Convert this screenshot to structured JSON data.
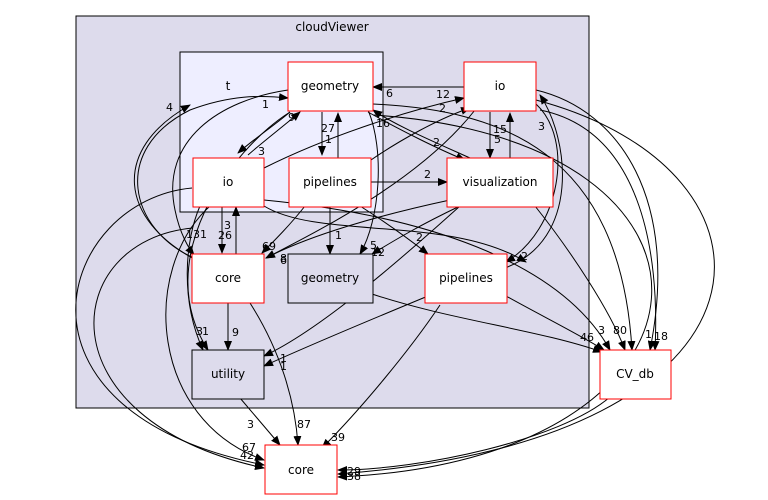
{
  "diagram": {
    "clusters": {
      "outer": {
        "label": "cloudViewer"
      },
      "inner": {
        "label": "t"
      }
    },
    "nodes": {
      "t_geometry": {
        "label": "geometry"
      },
      "t_io": {
        "label": "io"
      },
      "t_pipelines": {
        "label": "pipelines"
      },
      "core_inner": {
        "label": "core"
      },
      "geometry_inner": {
        "label": "geometry"
      },
      "utility": {
        "label": "utility"
      },
      "io": {
        "label": "io"
      },
      "visualization": {
        "label": "visualization"
      },
      "pipelines": {
        "label": "pipelines"
      },
      "cv_db": {
        "label": "CV_db"
      },
      "core_outer": {
        "label": "core"
      }
    },
    "edge_labels": {
      "l_4": "4",
      "l_1a": "1",
      "l_6": "6",
      "l_12a": "12",
      "l_2a": "2",
      "l_16": "16",
      "l_9a": "9",
      "l_27": "27",
      "l_1b": "1",
      "l_3a": "3",
      "l_2b": "2",
      "l_15": "15",
      "l_5a": "5",
      "l_3b": "3",
      "l_2c": "2",
      "l_131": "131",
      "l_3c": "3",
      "l_26": "26",
      "l_69": "69",
      "l_1c": "1",
      "l_5b": "5",
      "l_12b": "12",
      "l_2d": "2",
      "l_2e": "2",
      "l_8": "8",
      "l_6b": "6",
      "l_3d": "3",
      "l_1d": "1",
      "l_9b": "9",
      "l_1e": "1",
      "l_1f": "1",
      "l_46": "46",
      "l_3e": "3",
      "l_80": "80",
      "l_1g": "1",
      "l_18": "18",
      "l_3f": "3",
      "l_87": "87",
      "l_39": "39",
      "l_67": "67",
      "l_42": "42",
      "l_29": "29",
      "l_38": "38"
    }
  }
}
